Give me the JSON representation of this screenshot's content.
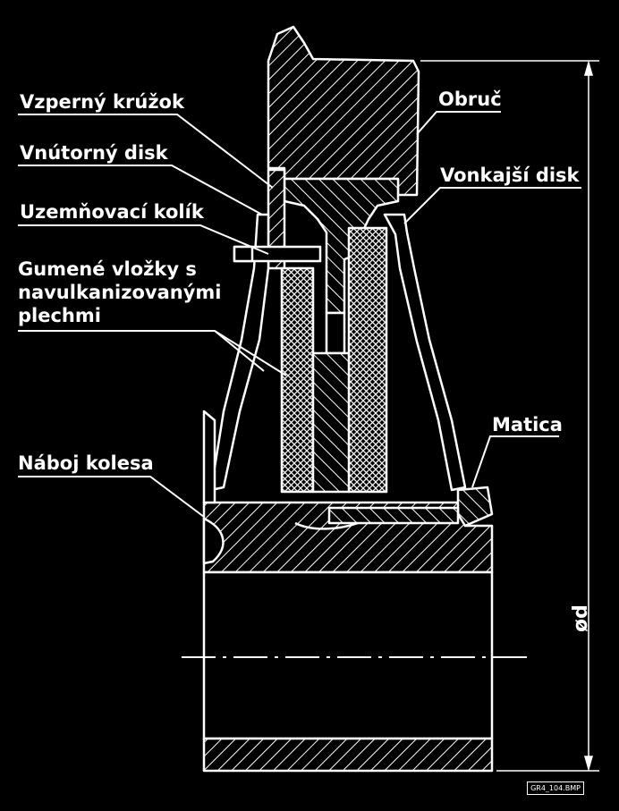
{
  "labels": {
    "vzperny_kruzok": "Vzperný krúžok",
    "vnutorny_disk": "Vnútorný disk",
    "uzemnovaci_kolik": "Uzemňovací kolík",
    "gumene_vlozky_1": "Gumené vložky s",
    "gumene_vlozky_2": "navulkanizovanými",
    "gumene_vlozky_3": "plechmi",
    "naboj_kolesa": "Náboj kolesa",
    "obruc": "Obruč",
    "vonkajsi_disk": "Vonkajší disk",
    "matica": "Matica"
  },
  "dimension": "ød",
  "file_id": "GR4_104.BMP",
  "colors": {
    "background": "#000000",
    "line": "#ffffff"
  }
}
